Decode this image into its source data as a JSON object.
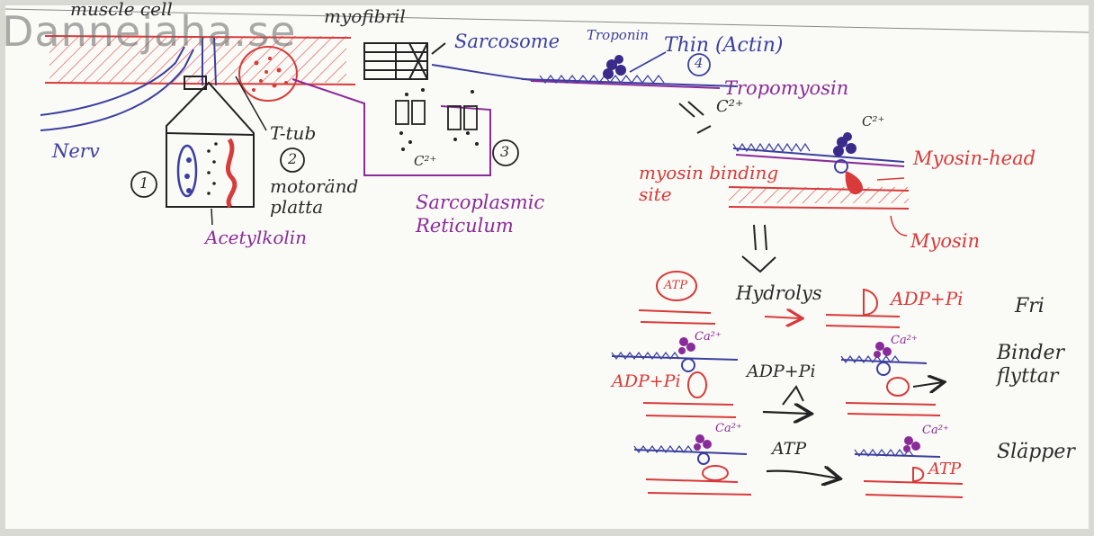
{
  "watermark": "Dannejaha.se",
  "colors": {
    "ink": "#2b2b2b",
    "red": "#d93a3a",
    "blue": "#3b3fa0",
    "purple": "#8a2b9a"
  },
  "labels": {
    "muscle_cell": "muscle cell",
    "myofibril": "myofibril",
    "sarcosome": "Sarcosome",
    "troponin": "Troponin",
    "thin_actin": "Thin (Actin)",
    "step4": "4",
    "tropomyosin": "Tropomyosin",
    "nerv": "Nerv",
    "step1": "1",
    "step2": "2",
    "step3": "3",
    "t_tub": "T-tub",
    "motorand_platta": "motoränd\nplatta",
    "acetylkolin": "Acetylkolin",
    "sarcoplasmic_reticulum": "Sarcoplasmic\nReticulum",
    "ca_arrow": "C²⁺",
    "ca_mid": "C²⁺",
    "ca_release": "C²⁺",
    "myosin_binding_site": "myosin binding\nsite",
    "myosin_head": "Myosin-head",
    "myosin": "Myosin",
    "atp_in_head": "ATP",
    "hydrolys": "Hydrolys",
    "adp_pi_1": "ADP+Pi",
    "fri": "Fri",
    "adp_pi_2": "ADP+Pi",
    "adp_pi_3": "ADP+Pi",
    "binder_flyttar": "Binder\nflyttar",
    "atp_arrow": "ATP",
    "atp_end": "ATP",
    "slapper": "Släpper",
    "ca_row2a": "Ca²⁺",
    "ca_row2b": "Ca²⁺",
    "ca_row3a": "Ca²⁺",
    "ca_row3b": "Ca²⁺"
  }
}
